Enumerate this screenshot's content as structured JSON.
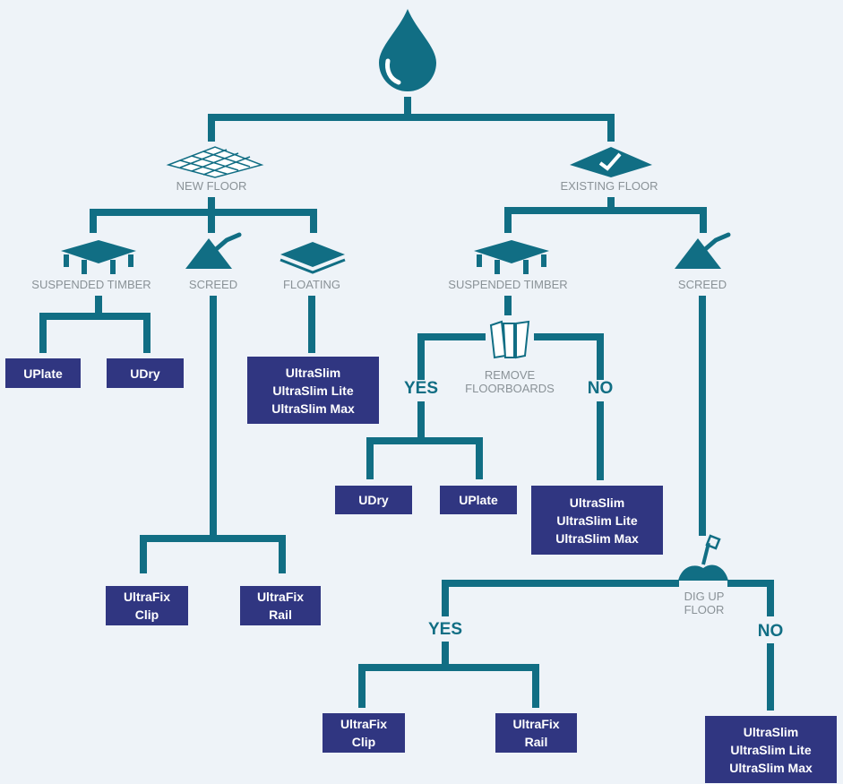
{
  "colors": {
    "line": "#116e84",
    "box": "#303681",
    "label": "#8a9297",
    "background": "#eef3f8"
  },
  "icons": {
    "top": "water-drop-icon",
    "new_floor": "tile-grid-icon",
    "existing_floor": "checkmark-diamond-icon",
    "suspended_timber": "timber-joist-icon",
    "screed": "trowel-icon",
    "floating": "floating-board-icon",
    "remove_floorboards": "floorboards-icon",
    "dig_up_floor": "shovel-icon"
  },
  "labels": {
    "new_floor": "NEW FLOOR",
    "existing_floor": "EXISTING FLOOR",
    "nf_suspended_timber": "SUSPENDED TIMBER",
    "nf_screed": "SCREED",
    "nf_floating": "FLOATING",
    "ef_suspended_timber": "SUSPENDED TIMBER",
    "ef_screed": "SCREED",
    "remove_floorboards_1": "REMOVE",
    "remove_floorboards_2": "FLOORBOARDS",
    "dig_up_floor_1": "DIG UP",
    "dig_up_floor_2": "FLOOR"
  },
  "answers": {
    "remove_yes": "YES",
    "remove_no": "NO",
    "dig_yes": "YES",
    "dig_no": "NO"
  },
  "products": {
    "uplate_1": "UPlate",
    "udry_1": "UDry",
    "floating": [
      "UltraSlim",
      "UltraSlim Lite",
      "UltraSlim Max"
    ],
    "nf_fix_clip": [
      "UltraFix",
      "Clip"
    ],
    "nf_fix_rail": [
      "UltraFix",
      "Rail"
    ],
    "udry_2": "UDry",
    "uplate_2": "UPlate",
    "keep_boards": [
      "UltraSlim",
      "UltraSlim Lite",
      "UltraSlim Max"
    ],
    "dig_fix_clip": [
      "UltraFix",
      "Clip"
    ],
    "dig_fix_rail": [
      "UltraFix",
      "Rail"
    ],
    "no_dig": [
      "UltraSlim",
      "UltraSlim Lite",
      "UltraSlim Max"
    ]
  }
}
